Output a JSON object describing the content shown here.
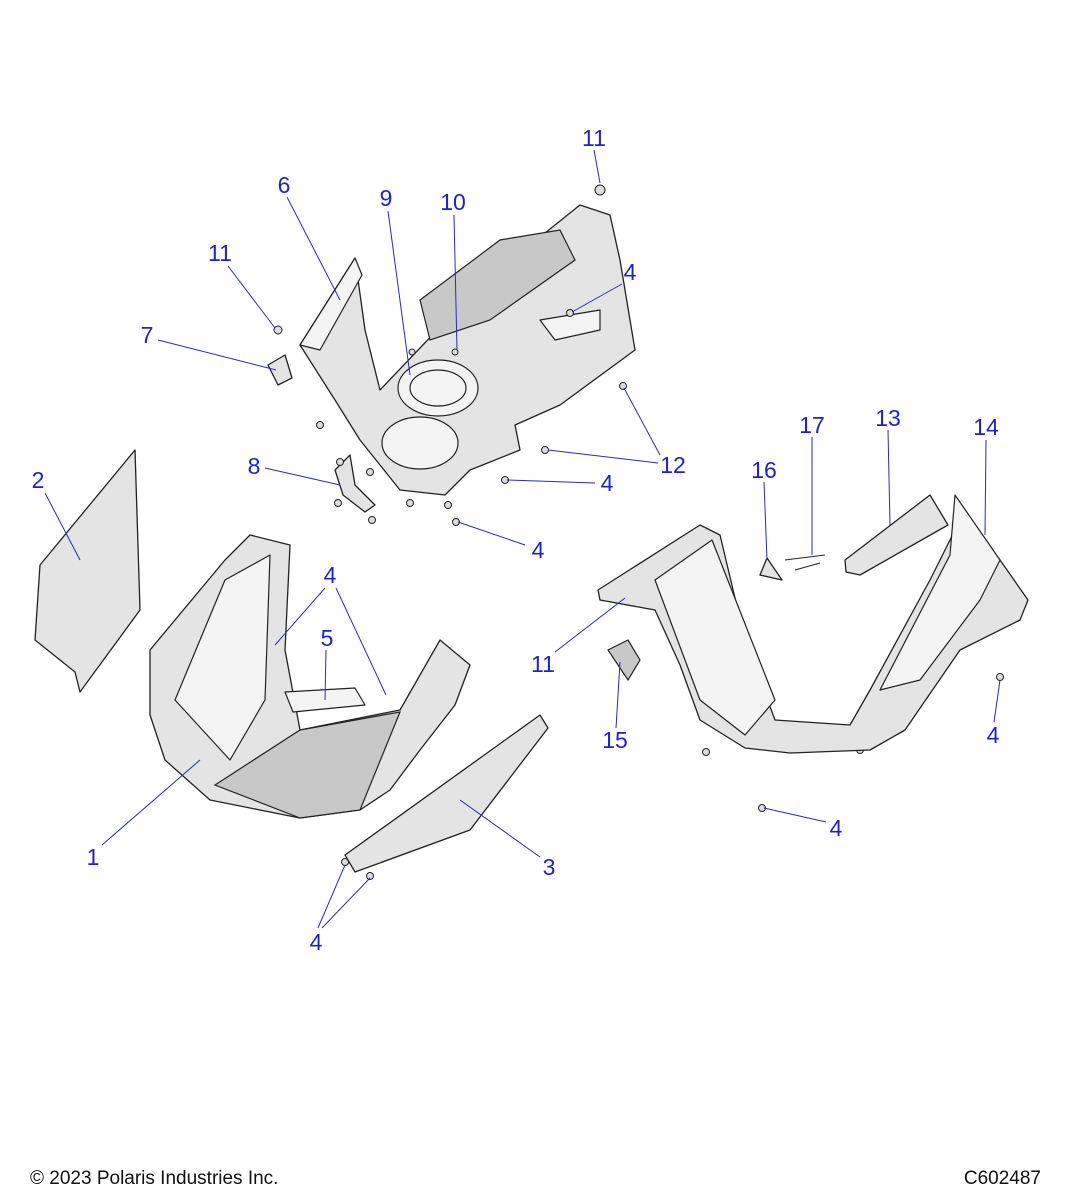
{
  "diagram": {
    "callouts": {
      "c11a": "11",
      "c6": "6",
      "c9": "9",
      "c10": "10",
      "c11b": "11",
      "c4a": "4",
      "c7": "7",
      "c12": "12",
      "c4b": "4",
      "c8": "8",
      "c4c": "4",
      "c2": "2",
      "c17": "17",
      "c13": "13",
      "c14": "14",
      "c16": "16",
      "c4d": "4",
      "c5": "5",
      "c11c": "11",
      "c1": "1",
      "c3": "3",
      "c15": "15",
      "c4e": "4",
      "c4f": "4",
      "c4g": "4"
    },
    "colors": {
      "callout": "#2222c4",
      "part_fill": "#e4e4e4",
      "outline": "#222222"
    }
  },
  "footer": {
    "copyright": "© 2023 Polaris Industries Inc.",
    "figure_id": "C602487"
  }
}
